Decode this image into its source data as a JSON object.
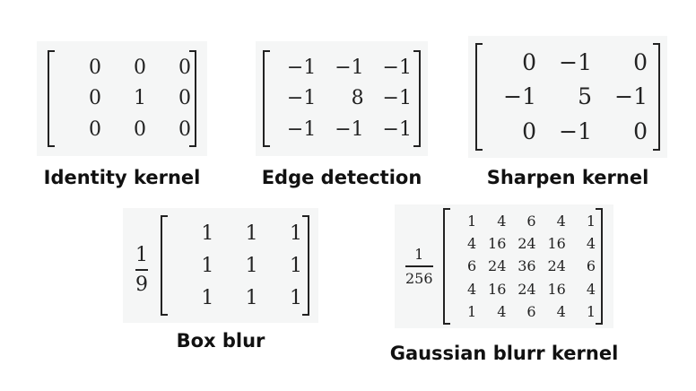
{
  "kernels": {
    "identity": {
      "caption": "Identity kernel",
      "rows": [
        [
          "0",
          "0",
          "0"
        ],
        [
          "0",
          "1",
          "0"
        ],
        [
          "0",
          "0",
          "0"
        ]
      ]
    },
    "edge": {
      "caption": "Edge detection",
      "rows": [
        [
          "−1",
          "−1",
          "−1"
        ],
        [
          "−1",
          "8",
          "−1"
        ],
        [
          "−1",
          "−1",
          "−1"
        ]
      ]
    },
    "sharpen": {
      "caption": "Sharpen kernel",
      "rows": [
        [
          "0",
          "−1",
          "0"
        ],
        [
          "−1",
          "5",
          "−1"
        ],
        [
          "0",
          "−1",
          "0"
        ]
      ]
    },
    "box": {
      "caption": "Box blur",
      "scale_num": "1",
      "scale_den": "9",
      "rows": [
        [
          "1",
          "1",
          "1"
        ],
        [
          "1",
          "1",
          "1"
        ],
        [
          "1",
          "1",
          "1"
        ]
      ]
    },
    "gauss": {
      "caption": "Gaussian blurr kernel",
      "scale_num": "1",
      "scale_den": "256",
      "rows": [
        [
          "1",
          "4",
          "6",
          "4",
          "1"
        ],
        [
          "4",
          "16",
          "24",
          "16",
          "4"
        ],
        [
          "6",
          "24",
          "36",
          "24",
          "6"
        ],
        [
          "4",
          "16",
          "24",
          "16",
          "4"
        ],
        [
          "1",
          "4",
          "6",
          "4",
          "1"
        ]
      ]
    }
  }
}
